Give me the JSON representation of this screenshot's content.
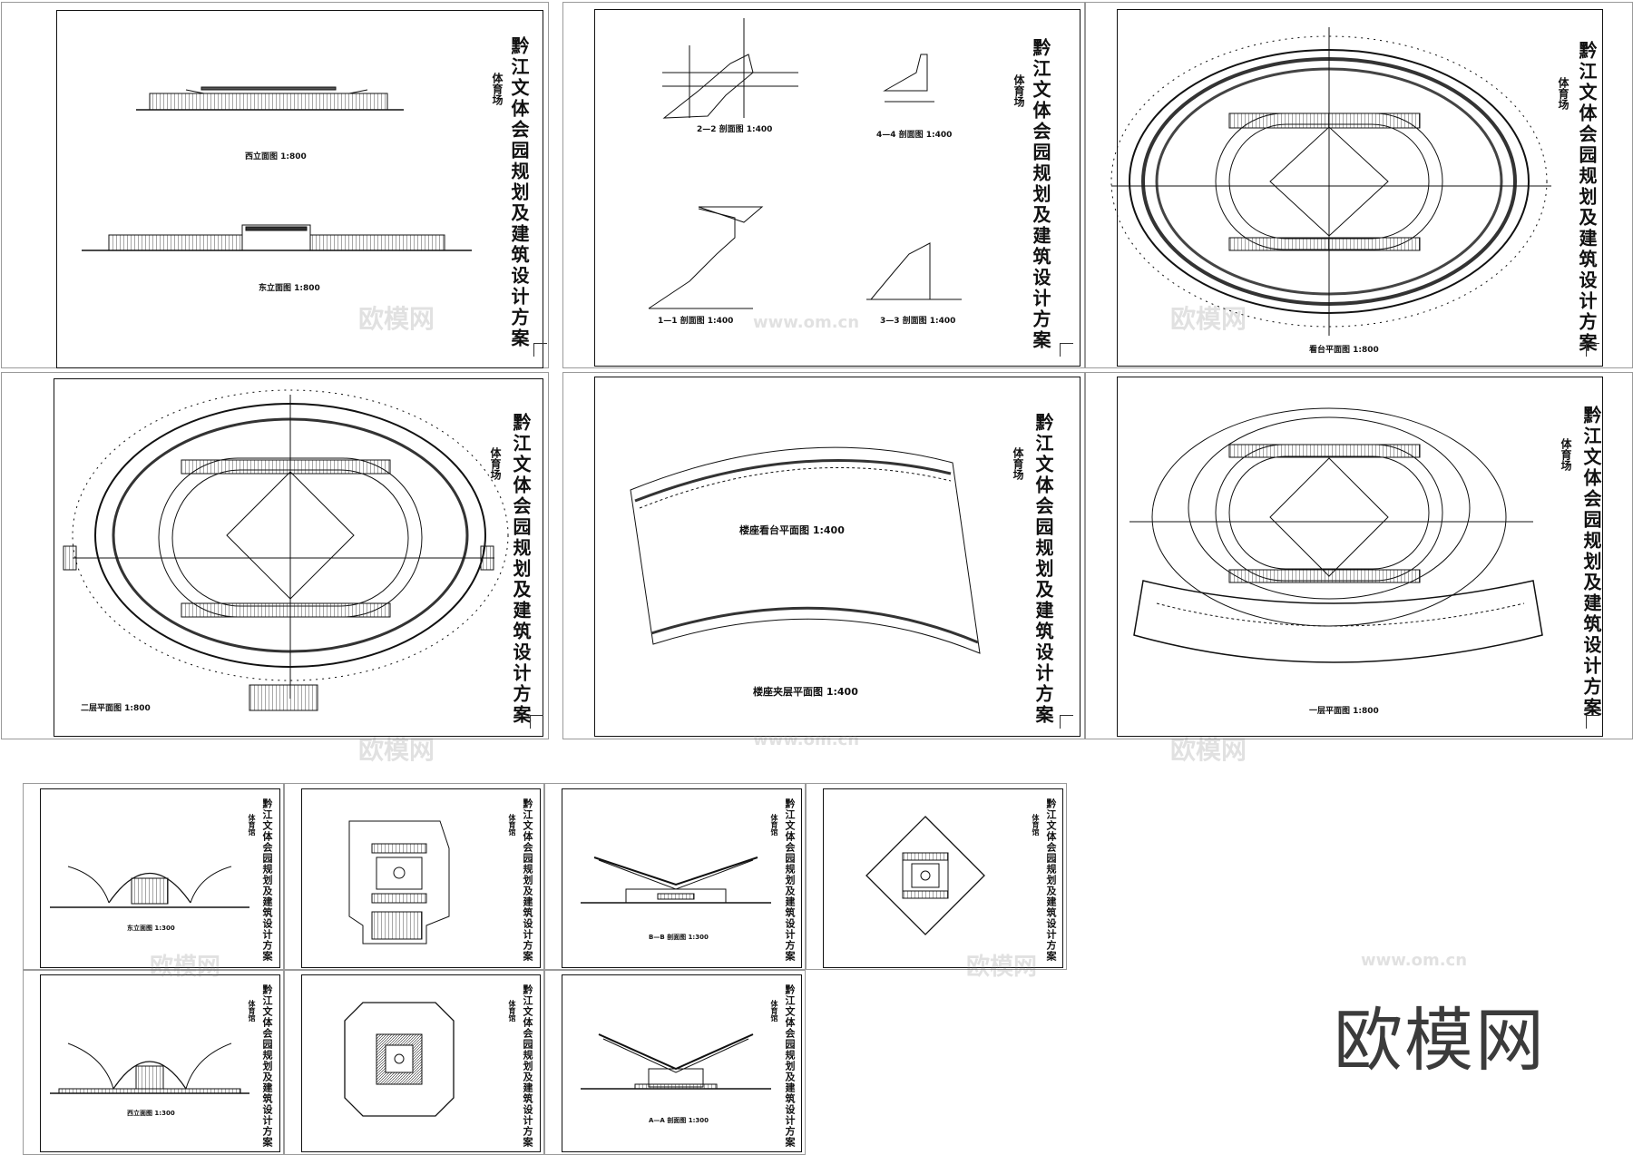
{
  "project_title": "黔江文体会园规划及建筑设计方案",
  "subtitle_stadium": "体育场",
  "subtitle_gym": "体育馆",
  "captions": {
    "west_elevation": "西立面图 1:800",
    "east_elevation": "东立面图 1:800",
    "section_22": "2—2 剖面图 1:400",
    "section_44": "4—4 剖面图 1:400",
    "section_11": "1—1 剖面图 1:400",
    "section_33": "3—3 剖面图 1:400",
    "stand_plan": "看台平面图 1:800",
    "second_floor": "二层平面图 1:800",
    "mezz_stand": "楼座看台平面图 1:400",
    "mezz_floor": "楼座夹层平面图 1:400",
    "first_floor": "一层平面图 1:800",
    "gym_east": "东立面图 1:300",
    "gym_west": "西立面图 1:300",
    "gym_b": "B—B 剖面图 1:300",
    "gym_a": "A—A 剖面图 1:300"
  },
  "watermark_text": "欧模网",
  "watermark_url": "www.om.cn",
  "brand": "欧模网"
}
